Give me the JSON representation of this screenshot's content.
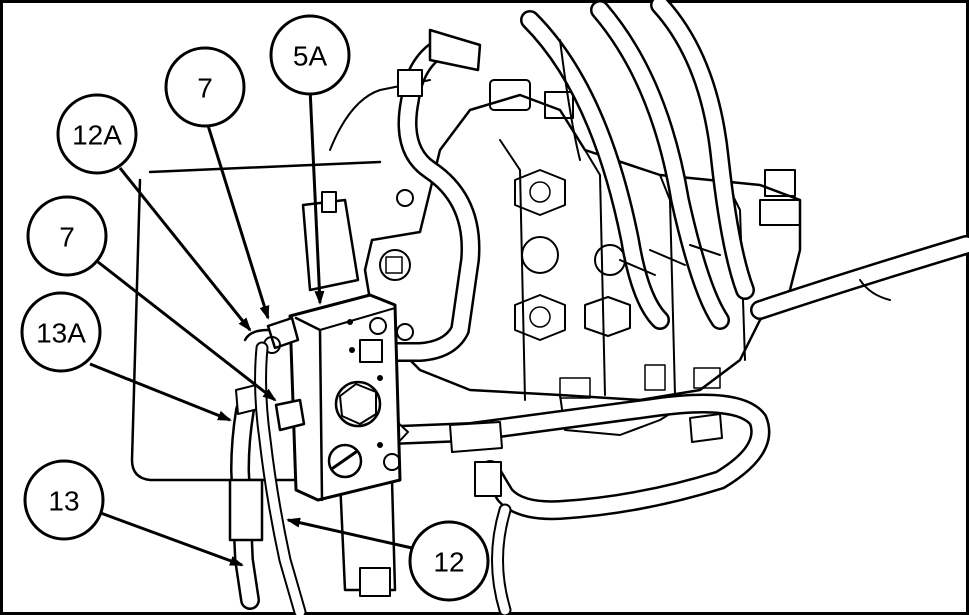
{
  "diagram": {
    "callouts": [
      {
        "id": "callout-7-top",
        "label": "7"
      },
      {
        "id": "callout-5a",
        "label": "5A"
      },
      {
        "id": "callout-12a",
        "label": "12A"
      },
      {
        "id": "callout-7-mid",
        "label": "7"
      },
      {
        "id": "callout-13a",
        "label": "13A"
      },
      {
        "id": "callout-13",
        "label": "13"
      },
      {
        "id": "callout-12",
        "label": "12"
      }
    ],
    "colors": {
      "ink": "#000000",
      "paper": "#ffffff"
    }
  }
}
